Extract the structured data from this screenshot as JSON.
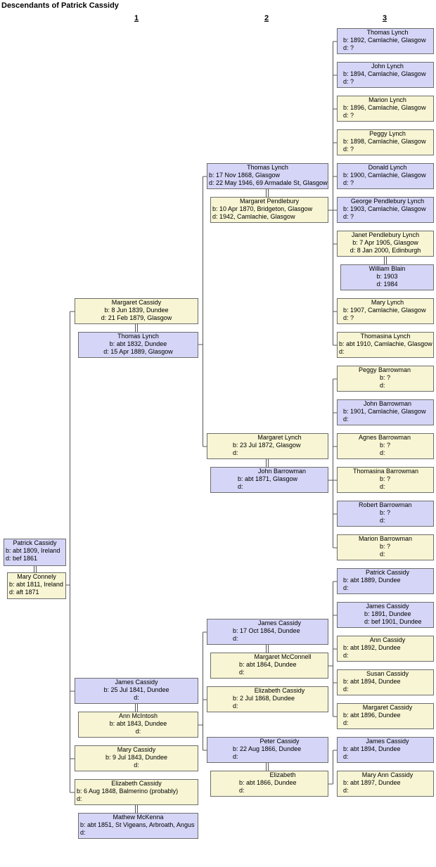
{
  "title": "Descendants of Patrick Cassidy",
  "columns": [
    "1",
    "2",
    "3"
  ],
  "colors": {
    "male": "#d5d5f7",
    "female": "#f7f5d3",
    "line": "#555555"
  },
  "people": {
    "patrick_cassidy": {
      "name": "Patrick Cassidy",
      "lines": [
        "b: abt 1809, Ireland",
        "d: bef 1861"
      ]
    },
    "mary_connely": {
      "name": "Mary Connely",
      "lines": [
        "b: abt 1811, Ireland",
        "d: aft 1871"
      ]
    },
    "margaret_cassidy_1839": {
      "name": "Margaret Cassidy",
      "lines": [
        "b: 8 Jun 1839, Dundee",
        "d: 21 Feb 1879, Glasgow"
      ]
    },
    "thomas_lynch_1832": {
      "name": "Thomas Lynch",
      "lines": [
        "b: abt 1832, Dundee",
        "d: 15 Apr 1889, Glasgow"
      ]
    },
    "james_cassidy_1841": {
      "name": "James Cassidy",
      "lines": [
        "b: 25 Jul 1841, Dundee",
        "d:"
      ]
    },
    "ann_mcintosh": {
      "name": "Ann McIntosh",
      "lines": [
        "b: abt 1843, Dundee",
        "d:"
      ]
    },
    "mary_cassidy_1843": {
      "name": "Mary Cassidy",
      "lines": [
        "b: 9 Jul 1843, Dundee",
        "d:"
      ]
    },
    "elizabeth_cassidy_1848": {
      "name": "Elizabeth Cassidy",
      "lines": [
        "b: 6 Aug 1848, Balmerino (probably)",
        "d:"
      ]
    },
    "mathew_mckenna": {
      "name": "Mathew McKenna",
      "lines": [
        "b: abt 1851, St Vigeans, Arbroath, Angus",
        "d:"
      ]
    },
    "thomas_lynch_1868": {
      "name": "Thomas Lynch",
      "lines": [
        "b: 17 Nov 1868, Glasgow",
        "d: 22 May 1946, 69 Armadale St, Glasgow"
      ]
    },
    "margaret_pendlebury": {
      "name": "Margaret Pendlebury",
      "lines": [
        "b: 10 Apr 1870, Bridgeton, Glasgow",
        "d: 1942, Camlachie, Glasgow"
      ]
    },
    "margaret_lynch_1872": {
      "name": "Margaret Lynch",
      "lines": [
        "b: 23 Jul 1872, Glasgow",
        "d:"
      ]
    },
    "john_barrowman_1871": {
      "name": "John Barrowman",
      "lines": [
        "b: abt 1871, Glasgow",
        "d:"
      ]
    },
    "james_cassidy_1864": {
      "name": "James Cassidy",
      "lines": [
        "b: 17 Oct 1864, Dundee",
        "d:"
      ]
    },
    "margaret_mcconnell": {
      "name": "Margaret McConnell",
      "lines": [
        "b: abt 1864, Dundee",
        "d:"
      ]
    },
    "elizabeth_cassidy_1868": {
      "name": "Elizabeth Cassidy",
      "lines": [
        "b: 2 Jul 1868, Dundee",
        "d:"
      ]
    },
    "peter_cassidy_1866": {
      "name": "Peter Cassidy",
      "lines": [
        "b: 22 Aug 1866, Dundee",
        "d:"
      ]
    },
    "elizabeth_1866": {
      "name": "Elizabeth",
      "lines": [
        "b: abt 1866, Dundee",
        "d:"
      ]
    },
    "thomas_lynch_1892": {
      "name": "Thomas Lynch",
      "lines": [
        "b: 1892, Camlachie, Glasgow",
        "d: ?"
      ]
    },
    "john_lynch_1894": {
      "name": "John Lynch",
      "lines": [
        "b: 1894, Camlachie, Glasgow",
        "d: ?"
      ]
    },
    "marion_lynch_1896": {
      "name": "Marion Lynch",
      "lines": [
        "b: 1896, Camlachie, Glasgow",
        "d: ?"
      ]
    },
    "peggy_lynch_1898": {
      "name": "Peggy Lynch",
      "lines": [
        "b: 1898, Camlachie, Glasgow",
        "d: ?"
      ]
    },
    "donald_lynch_1900": {
      "name": "Donald Lynch",
      "lines": [
        "b: 1900, Camlachie, Glasgow",
        "d: ?"
      ]
    },
    "george_pendlebury_lynch": {
      "name": "George Pendlebury Lynch",
      "lines": [
        "b: 1903, Camlachie, Glasgow",
        "d: ?"
      ]
    },
    "janet_pendlebury_lynch": {
      "name": "Janet Pendlebury Lynch",
      "lines": [
        "b: 7 Apr 1905, Glasgow",
        "d: 8 Jan 2000, Edinburgh"
      ]
    },
    "william_blain": {
      "name": "William Blain",
      "lines": [
        "b: 1903",
        "d: 1984"
      ]
    },
    "mary_lynch_1907": {
      "name": "Mary Lynch",
      "lines": [
        "b: 1907, Camlachie, Glasgow",
        "d: ?"
      ]
    },
    "thomasina_lynch_1910": {
      "name": "Thomasina Lynch",
      "lines": [
        "b: abt 1910, Camlachie, Glasgow",
        "d:"
      ]
    },
    "peggy_barrowman": {
      "name": "Peggy Barrowman",
      "lines": [
        "b: ?",
        "d:"
      ]
    },
    "john_barrowman_1901": {
      "name": "John Barrowman",
      "lines": [
        "b: 1901, Camlachie, Glasgow",
        "d:"
      ]
    },
    "agnes_barrowman": {
      "name": "Agnes Barrowman",
      "lines": [
        "b: ?",
        "d:"
      ]
    },
    "thomasina_barrowman": {
      "name": "Thomasina Barrowman",
      "lines": [
        "b: ?",
        "d:"
      ]
    },
    "robert_barrowman": {
      "name": "Robert Barrowman",
      "lines": [
        "b: ?",
        "d:"
      ]
    },
    "marion_barrowman": {
      "name": "Marion Barrowman",
      "lines": [
        "b: ?",
        "d:"
      ]
    },
    "patrick_cassidy_1889": {
      "name": "Patrick Cassidy",
      "lines": [
        "b: abt 1889, Dundee",
        "d:"
      ]
    },
    "james_cassidy_1891": {
      "name": "James Cassidy",
      "lines": [
        "b: 1891, Dundee",
        "d: bef 1901, Dundee"
      ]
    },
    "ann_cassidy_1892": {
      "name": "Ann Cassidy",
      "lines": [
        "b: abt 1892, Dundee",
        "d:"
      ]
    },
    "susan_cassidy_1894": {
      "name": "Susan Cassidy",
      "lines": [
        "b: abt 1894, Dundee",
        "d:"
      ]
    },
    "margaret_cassidy_1896": {
      "name": "Margaret Cassidy",
      "lines": [
        "b: abt 1896, Dundee",
        "d:"
      ]
    },
    "james_cassidy_1894": {
      "name": "James Cassidy",
      "lines": [
        "b: abt 1894, Dundee",
        "d:"
      ]
    },
    "mary_ann_cassidy_1897": {
      "name": "Mary Ann Cassidy",
      "lines": [
        "b: abt 1897, Dundee",
        "d:"
      ]
    }
  }
}
